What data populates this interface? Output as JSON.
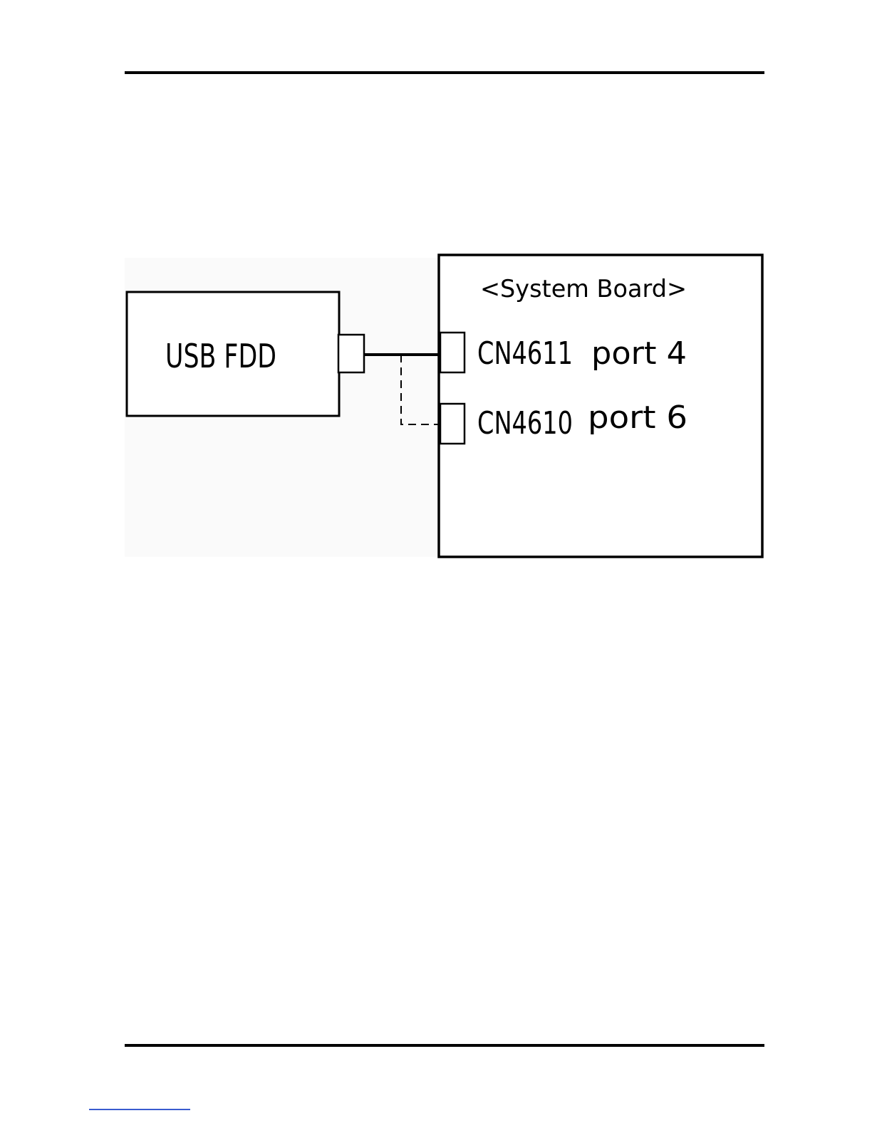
{
  "diagram": {
    "device_label": "USB FDD",
    "board_label": "<System Board>",
    "connectors": [
      {
        "id": "CN4611",
        "port": "port 4",
        "connection": "solid"
      },
      {
        "id": "CN4610",
        "port": "port 6",
        "connection": "dashed"
      }
    ]
  },
  "colors": {
    "line": "#000000",
    "background": "#ffffff",
    "diagram_bg": "#fafafa",
    "link_underline": "#3a5bcf"
  }
}
